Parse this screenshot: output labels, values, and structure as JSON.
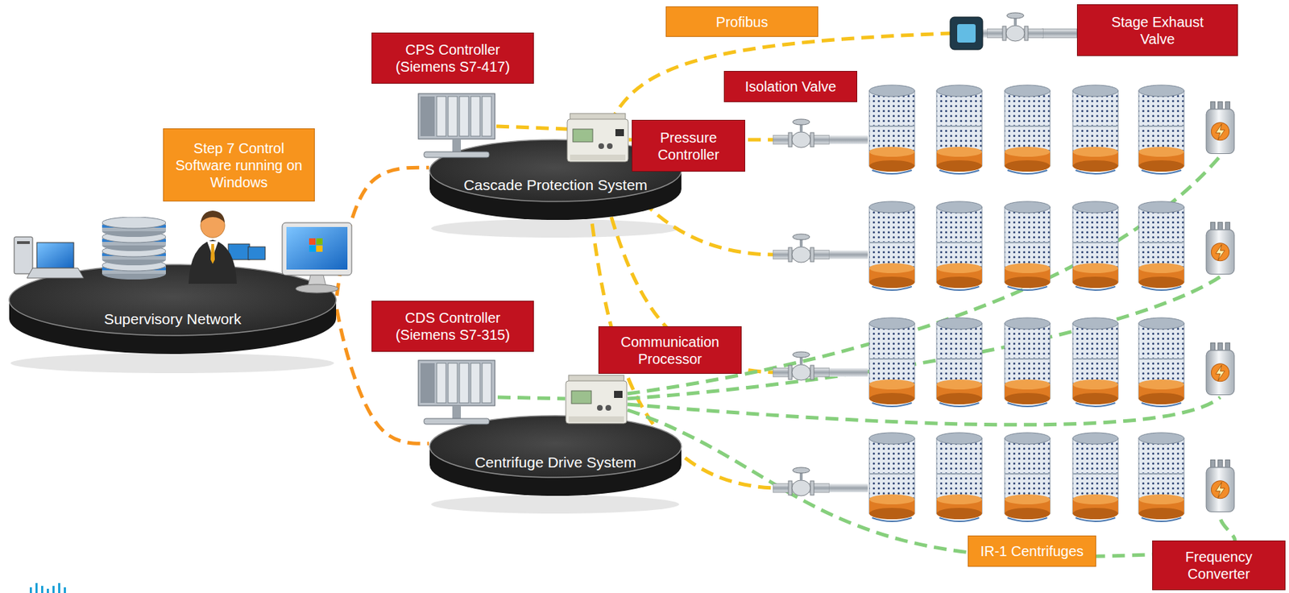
{
  "diagram": {
    "nodes": [
      {
        "text": [
          "Profibus"
        ]
      },
      {
        "text": [
          "Stage Exhaust Valve"
        ]
      },
      {
        "text": [
          "CPS Controller (Siemens S7-417)"
        ]
      },
      {
        "text": [
          "Isolation Valve"
        ]
      },
      {
        "text": [
          "Step 7 Control Software running on Windows"
        ]
      },
      {
        "text": [
          "Pressure Controller"
        ]
      },
      {
        "text": [
          "Cascade Protection System"
        ]
      },
      {
        "text": [
          "Supervisory Network"
        ]
      },
      {
        "text": [
          "CDS Controller (Siemens S7-315)"
        ]
      },
      {
        "text": [
          "Communication Processor"
        ]
      },
      {
        "text": [
          "Centrifuge Drive System"
        ]
      },
      {
        "text": [
          "IR-1 Centrifuges"
        ]
      },
      {
        "text": [
          "Frequency Converter"
        ]
      }
    ],
    "edges": [
      {
        "from": 7,
        "to": 6,
        "arrow": "none"
      },
      {
        "from": 7,
        "to": 10,
        "arrow": "none"
      }
    ]
  }
}
